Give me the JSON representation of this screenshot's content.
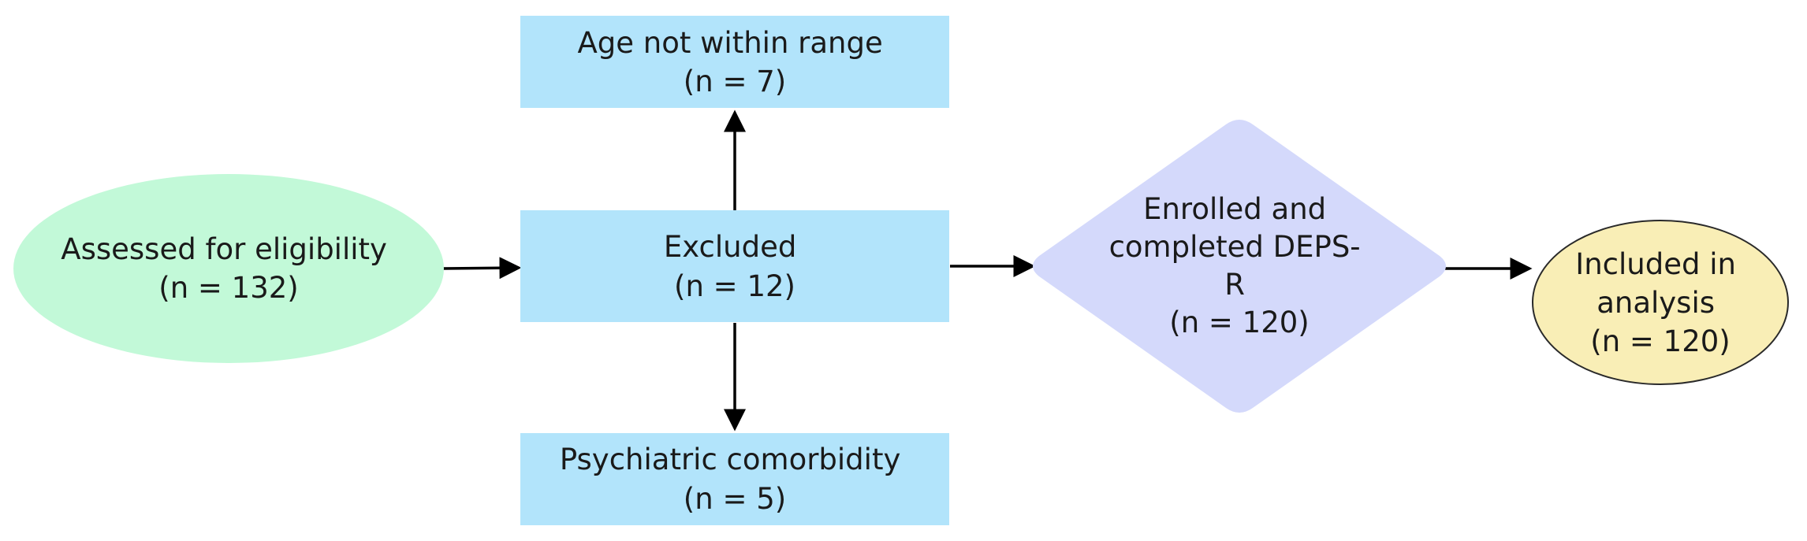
{
  "colors": {
    "start_fill": "#c2f9d8",
    "box_fill": "#b2e4fb",
    "decision_fill": "#d4d9fb",
    "end_fill": "#f9eeb6",
    "end_stroke": "#2a2a2a",
    "edge": "#000000",
    "text": "#1a1a1a"
  },
  "nodes": {
    "assessed": {
      "shape": "ellipse",
      "lines": [
        "Assessed for eligibility",
        "(n = 132)"
      ]
    },
    "excluded": {
      "shape": "rectangle",
      "lines": [
        "Excluded",
        "(n = 12)"
      ]
    },
    "age": {
      "shape": "rectangle",
      "lines": [
        "Age not within range",
        "(n = 7)"
      ]
    },
    "psych": {
      "shape": "rectangle",
      "lines": [
        "Psychiatric comorbidity",
        "(n = 5)"
      ]
    },
    "enrolled": {
      "shape": "diamond",
      "lines": [
        "Enrolled and",
        "completed DEPS-",
        "R",
        "(n = 120)"
      ]
    },
    "included": {
      "shape": "ellipse",
      "lines": [
        "Included in",
        "analysis",
        "(n = 120)"
      ]
    }
  },
  "edges": [
    {
      "from": "assessed",
      "to": "excluded"
    },
    {
      "from": "excluded",
      "to": "age"
    },
    {
      "from": "excluded",
      "to": "psych"
    },
    {
      "from": "excluded",
      "to": "enrolled"
    },
    {
      "from": "enrolled",
      "to": "included"
    }
  ]
}
